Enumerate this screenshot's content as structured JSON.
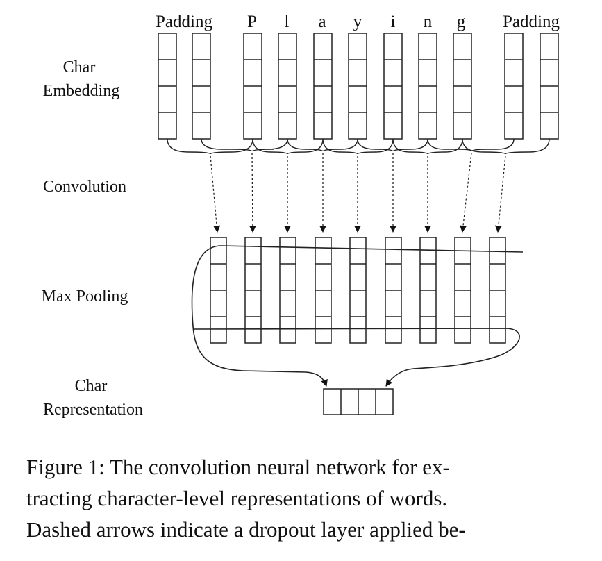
{
  "diagram": {
    "chars": [
      "Padding",
      "P",
      "l",
      "a",
      "y",
      "i",
      "n",
      "g",
      "Padding"
    ],
    "layers": {
      "char_embedding": [
        "Char",
        "Embedding"
      ],
      "convolution": "Convolution",
      "max_pooling": "Max Pooling",
      "char_representation": [
        "Char",
        "Representation"
      ]
    }
  },
  "caption": {
    "lines": [
      "Figure 1: The convolution neural network for ex-",
      "tracting character-level representations of words.",
      "Dashed arrows indicate a dropout layer applied be-"
    ]
  }
}
